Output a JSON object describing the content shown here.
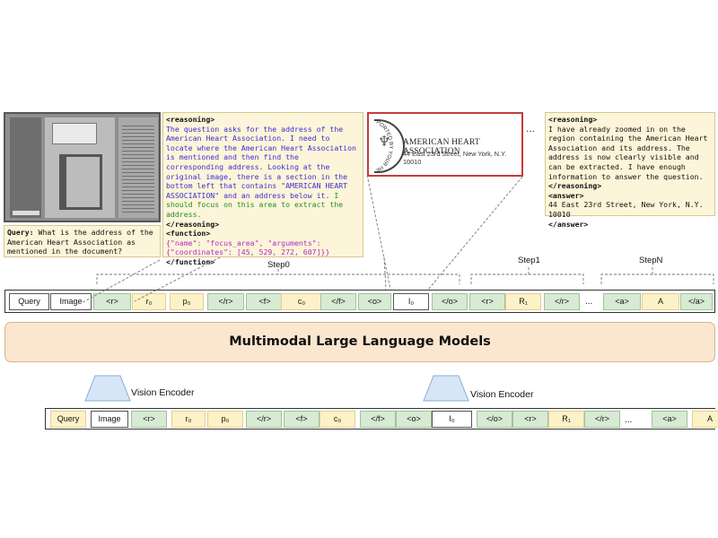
{
  "query": {
    "label": "Query:",
    "text": "What is the address of the American Heart Association as mentioned in the document?"
  },
  "reasoning_box": {
    "open_reasoning": "<reasoning>",
    "reasoning_blue": "The question asks for the address of the American Heart Association. I need to locate where the American Heart Association is mentioned and then find the corresponding address. Looking at the original image, there is a section in the bottom left that contains \"AMERICAN HEART ASSOCIATION\" and an address below it.",
    "reasoning_green": "I should focus on this area to extract the address.",
    "close_reasoning": "</reasoning>",
    "open_function": "<function>",
    "function_call": "{\"name\": \"focus_area\", \"arguments\": {\"coordinates\": [45, 529, 272, 607]}}",
    "close_function": "</function>"
  },
  "crop": {
    "seal_text": "PORTED BY YOUR HEART FUND",
    "org": "AMERICAN HEART ASSOCIATION",
    "address": "44 East 23rd Street, New York, N.Y. 10010"
  },
  "answer_box": {
    "open_reasoning": "<reasoning>",
    "reasoning": "I have already zoomed in on the region containing the American Heart Association and its address. The address is now clearly visible and can be extracted. I have enough information to answer the question.",
    "close_reasoning": "</reasoning>",
    "open_answer": "<answer>",
    "answer": "44 East 23rd Street, New York, N.Y. 10010",
    "close_answer": "</answer>"
  },
  "ellipsis": "...",
  "steps": {
    "step0": "Step0",
    "step1": "Step1",
    "stepN": "StepN"
  },
  "top_tokens": [
    {
      "text": "Query",
      "style": "white"
    },
    {
      "text": "Image",
      "style": "white"
    },
    {
      "text": "<r>",
      "style": "green"
    },
    {
      "text": "r₀",
      "style": "yellow"
    },
    {
      "text": "p₀",
      "style": "yellow"
    },
    {
      "text": "</r>",
      "style": "green"
    },
    {
      "text": "<f>",
      "style": "green"
    },
    {
      "text": "c₀",
      "style": "yellow"
    },
    {
      "text": "</f>",
      "style": "green"
    },
    {
      "text": "<o>",
      "style": "green"
    },
    {
      "text": "I₀",
      "style": "white"
    },
    {
      "text": "</o>",
      "style": "green"
    },
    {
      "text": "<r>",
      "style": "green"
    },
    {
      "text": "R₁",
      "style": "yellow"
    },
    {
      "text": "</r>",
      "style": "green"
    },
    {
      "text": "...",
      "style": "dots"
    },
    {
      "text": "<a>",
      "style": "green"
    },
    {
      "text": "A",
      "style": "yellow"
    },
    {
      "text": "</a>",
      "style": "green"
    }
  ],
  "mllm_label": "Multimodal Large Language Models",
  "vision_encoder_label": "Vision Encoder",
  "bottom_tokens": [
    {
      "text": "Query",
      "style": "yellow"
    },
    {
      "text": "Image",
      "style": "white"
    },
    {
      "text": "<r>",
      "style": "green"
    },
    {
      "text": "r₀",
      "style": "yellow"
    },
    {
      "text": "p₀",
      "style": "yellow"
    },
    {
      "text": "</r>",
      "style": "green"
    },
    {
      "text": "<f>",
      "style": "green"
    },
    {
      "text": "c₀",
      "style": "yellow"
    },
    {
      "text": "</f>",
      "style": "green"
    },
    {
      "text": "<o>",
      "style": "green"
    },
    {
      "text": "I₀",
      "style": "white"
    },
    {
      "text": "</o>",
      "style": "green"
    },
    {
      "text": "<r>",
      "style": "green"
    },
    {
      "text": "R₁",
      "style": "yellow"
    },
    {
      "text": "</r>",
      "style": "green"
    },
    {
      "text": "...",
      "style": "dots"
    },
    {
      "text": "<a>",
      "style": "green"
    },
    {
      "text": "A",
      "style": "yellow"
    }
  ],
  "colors": {
    "token_green": "#d7ead3",
    "token_yellow": "#fdf1c7",
    "mllm_fill": "#fbe6cf",
    "encoder_fill": "#d6e6f7",
    "crop_border": "#c63b3b",
    "reasoning_text": "#3a2fd6",
    "focus_text": "#1f8f2a",
    "function_text": "#b02cc4"
  }
}
